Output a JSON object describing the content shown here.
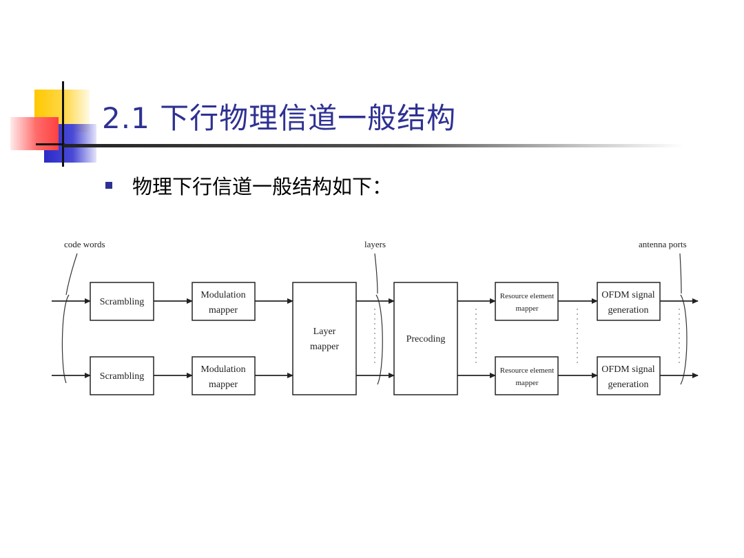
{
  "slide": {
    "title": "2.1 下行物理信道一般结构",
    "bullet": "物理下行信道一般结构如下："
  },
  "diagram": {
    "labels": {
      "code_words": "code words",
      "layers": "layers",
      "antenna_ports": "antenna ports"
    },
    "blocks": {
      "scrambling_1": [
        "Scrambling"
      ],
      "scrambling_2": [
        "Scrambling"
      ],
      "modulation_1": [
        "Modulation",
        "mapper"
      ],
      "modulation_2": [
        "Modulation",
        "mapper"
      ],
      "layer_mapper": [
        "Layer",
        "mapper"
      ],
      "precoding": [
        "Precoding"
      ],
      "resource_1": [
        "Resource element",
        "mapper"
      ],
      "resource_2": [
        "Resource element",
        "mapper"
      ],
      "ofdm_1": [
        "OFDM signal",
        "generation"
      ],
      "ofdm_2": [
        "OFDM signal",
        "generation"
      ]
    }
  },
  "colors": {
    "title": "#2e3192",
    "bullet": "#2e3192",
    "deco_yellow": "#ffcc00",
    "deco_red": "#ff5050",
    "deco_blue": "#3333cc"
  }
}
